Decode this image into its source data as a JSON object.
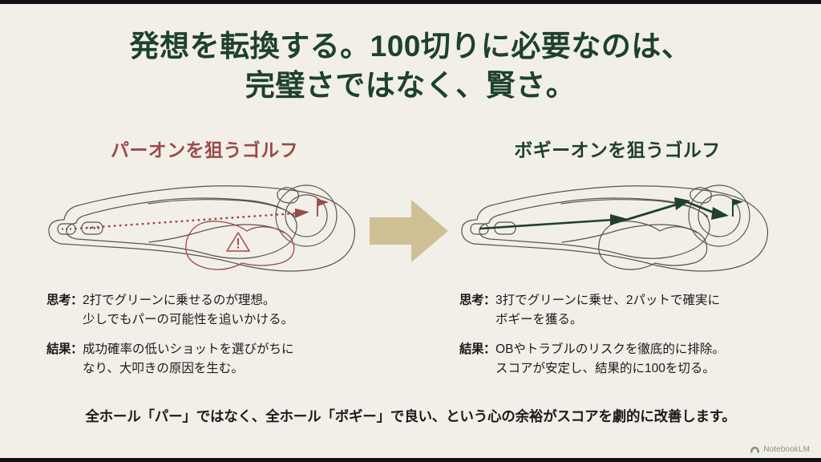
{
  "slide": {
    "background_color": "#f2efe9",
    "title_color": "#1d4229",
    "accent_red": "#9c4a46",
    "accent_green": "#1d4229",
    "arrow_tan": "#cfc094",
    "title": {
      "line1": "発想を転換する。100切りに必要なのは、",
      "line2": "完璧さではなく、賢さ。"
    },
    "left": {
      "heading": "パーオンを狙うゴルフ",
      "rows": [
        {
          "label": "思考：",
          "lines": [
            "2打でグリーンに乗せるのが理想。",
            "少しでもパーの可能性を追いかける。"
          ]
        },
        {
          "label": "結果：",
          "lines": [
            "成功確率の低いショットを選びがちに",
            "なり、大叩きの原因を生む。"
          ]
        }
      ],
      "diagram": {
        "route_style": "dotted-straight",
        "route_color": "#9c4a46",
        "hazard_color": "#9c4a46",
        "flag_color": "#9c4a46",
        "hazard_icon": "warning-triangle",
        "tee_boxes": 2,
        "shots": 1
      }
    },
    "right": {
      "heading": "ボギーオンを狙うゴルフ",
      "rows": [
        {
          "label": "思考：",
          "lines": [
            "3打でグリーンに乗せ、2パットで確実に",
            "ボギーを獲る。"
          ]
        },
        {
          "label": "結果：",
          "lines": [
            "OBやトラブルのリスクを徹底的に排除。",
            "スコアが安定し、結果的に100を切る。"
          ]
        }
      ],
      "diagram": {
        "route_style": "solid-segmented",
        "route_color": "#1d4229",
        "flag_color": "#1d4229",
        "tee_boxes": 2,
        "shots": 3
      }
    },
    "center_arrow": {
      "icon": "right-block-arrow",
      "color": "#cfc094"
    },
    "footer": "全ホール「パー」ではなく、全ホール「ボギー」で良い、という心の余裕がスコアを劇的に改善します。",
    "watermark": {
      "icon": "notebooklm-logo",
      "text": "NotebookLM"
    }
  }
}
